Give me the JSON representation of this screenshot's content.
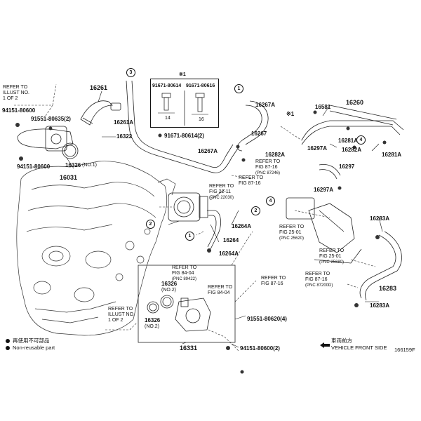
{
  "labels": {
    "p16261": "16261",
    "p16261a_1": "16261A",
    "p16322": "16322",
    "p91671_2": "91671-80614(2)",
    "p16267a_1": "16267A",
    "p16267": "16267",
    "p16267a_2": "16267A",
    "p16282a_1": "16282A",
    "p16264a_1": "16264A",
    "p16264": "16264",
    "p16264a_2": "16264A",
    "p16331": "16331",
    "p91551_4": "91551-80620(4)",
    "p94151_2": "94151-80600(2)",
    "p16326_2": "16326",
    "p16326_no2a": "(NO.2)",
    "p16326_3": "16326",
    "p16326_no2b": "(NO.2)",
    "p16031": "16031",
    "p16326_1": "16326",
    "p16326_no1": "(NO.1)",
    "p91551_80635": "91551-80635(2)",
    "p94151_a": "94151-80600",
    "p94151_b": "94151-80600",
    "p16581": "16581",
    "p16260": "16260",
    "p16281a_1": "16281A",
    "p16282a_2": "16282A",
    "p16281a_2": "16281A",
    "p16297a_1": "16297A",
    "p16297": "16297",
    "p16297a_2": "16297A",
    "p16283a_1": "16283A",
    "p16283": "16283",
    "p16283a_2": "16283A",
    "diagram_id": "166159F"
  },
  "inset": {
    "mark": "※1",
    "part_a": "91671-80614",
    "part_b": "91671-80616",
    "dim_a": "14",
    "dim_b": "16"
  },
  "refs": {
    "illust_top": [
      "REFER TO",
      "ILLUST NO.",
      "1 OF 2"
    ],
    "illust_bottom": [
      "REFER TO",
      "ILLUST NO.",
      "1 OF 2"
    ],
    "fig22": [
      "REFER TO",
      "FIG 22-11",
      "(PNC 22030)"
    ],
    "fig87a": [
      "REFER TO",
      "FIG 87-16",
      "(PNC 87246)"
    ],
    "fig87b": [
      "REFER TO",
      "FIG 87-16"
    ],
    "fig84a": [
      "REFER TO",
      "FIG 84-04",
      "(PNC 89422)"
    ],
    "fig84b": [
      "REFER TO",
      "FIG 84-04"
    ],
    "fig25a": [
      "REFER TO",
      "FIG 25-01",
      "(PNC 25620)"
    ],
    "fig25b": [
      "REFER TO",
      "FIG 25-01",
      "(PNC 25680)"
    ],
    "fig87c": [
      "REFER TO",
      "FIG 87-16",
      "(PNC 87200D)"
    ],
    "fig87d": [
      "REFER TO",
      "FIG 87-16"
    ]
  },
  "callouts": {
    "c1a": "1",
    "c1b": "1",
    "c2a": "2",
    "c2b": "2",
    "c3": "3",
    "c4a": "4",
    "c4b": "4",
    "c5": "※1"
  },
  "legend": {
    "jp": "再使用不可部品",
    "en": "Non-reusable part",
    "front_jp": "車両前方",
    "front_en": "VEHICLE FRONT SIDE"
  }
}
